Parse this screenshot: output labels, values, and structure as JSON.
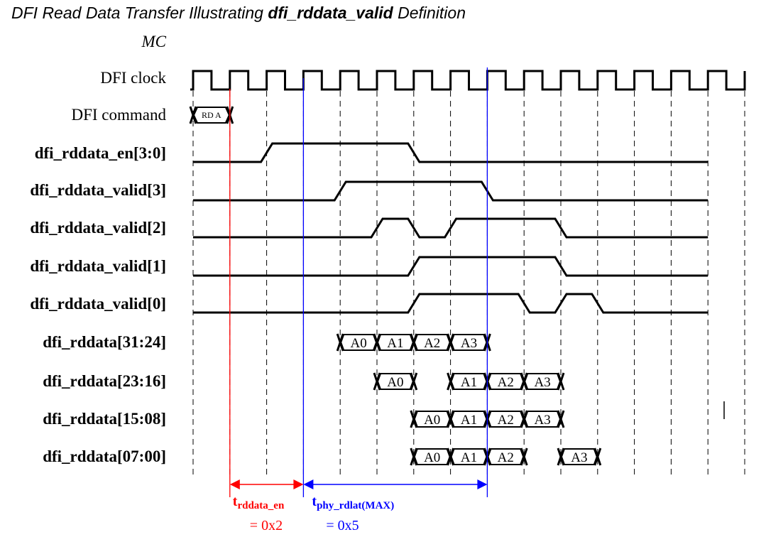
{
  "title": {
    "prefix": "DFI Read Data Transfer Illustrating ",
    "signal": "dfi_rddata_valid",
    "suffix": " Definition"
  },
  "mc_label": "MC",
  "colors": {
    "trddata_en": "#ff0000",
    "tphy_rdlat": "#0000ff",
    "ink": "#000000"
  },
  "clock": {
    "label": "DFI clock",
    "cycles": 15
  },
  "command": {
    "label": "DFI command",
    "value": "RD A",
    "cycle": 0
  },
  "enable": {
    "label": "dfi_rddata_en[3:0]",
    "high": [
      2,
      6
    ]
  },
  "valid": [
    {
      "label": "dfi_rddata_valid[3]",
      "high": [
        [
          4,
          8
        ]
      ]
    },
    {
      "label": "dfi_rddata_valid[2]",
      "high": [
        [
          5,
          6
        ],
        [
          7,
          10
        ]
      ]
    },
    {
      "label": "dfi_rddata_valid[1]",
      "high": [
        [
          6,
          10
        ]
      ]
    },
    {
      "label": "dfi_rddata_valid[0]",
      "high": [
        [
          6,
          9
        ],
        [
          10,
          11
        ]
      ]
    }
  ],
  "data": [
    {
      "label": "dfi_rddata[31:24]",
      "beats": [
        {
          "text": "A0",
          "cycle": 4
        },
        {
          "text": "A1",
          "cycle": 5
        },
        {
          "text": "A2",
          "cycle": 6
        },
        {
          "text": "A3",
          "cycle": 7
        }
      ]
    },
    {
      "label": "dfi_rddata[23:16]",
      "beats": [
        {
          "text": "A0",
          "cycle": 5
        },
        {
          "text": "A1",
          "cycle": 7
        },
        {
          "text": "A2",
          "cycle": 8
        },
        {
          "text": "A3",
          "cycle": 9
        }
      ]
    },
    {
      "label": "dfi_rddata[15:08]",
      "beats": [
        {
          "text": "A0",
          "cycle": 6
        },
        {
          "text": "A1",
          "cycle": 7
        },
        {
          "text": "A2",
          "cycle": 8
        },
        {
          "text": "A3",
          "cycle": 9
        }
      ]
    },
    {
      "label": "dfi_rddata[07:00]",
      "beats": [
        {
          "text": "A0",
          "cycle": 6
        },
        {
          "text": "A1",
          "cycle": 7
        },
        {
          "text": "A2",
          "cycle": 8
        },
        {
          "text": "A3",
          "cycle": 10
        }
      ]
    }
  ],
  "timing": [
    {
      "symbol": "t",
      "subscript": "rddata_en",
      "value": "= 0x2",
      "from_cycle": 1,
      "to_cycle": 3
    },
    {
      "symbol": "t",
      "subscript": "phy_rdlat(MAX)",
      "value": "= 0x5",
      "from_cycle": 3,
      "to_cycle": 8
    }
  ]
}
